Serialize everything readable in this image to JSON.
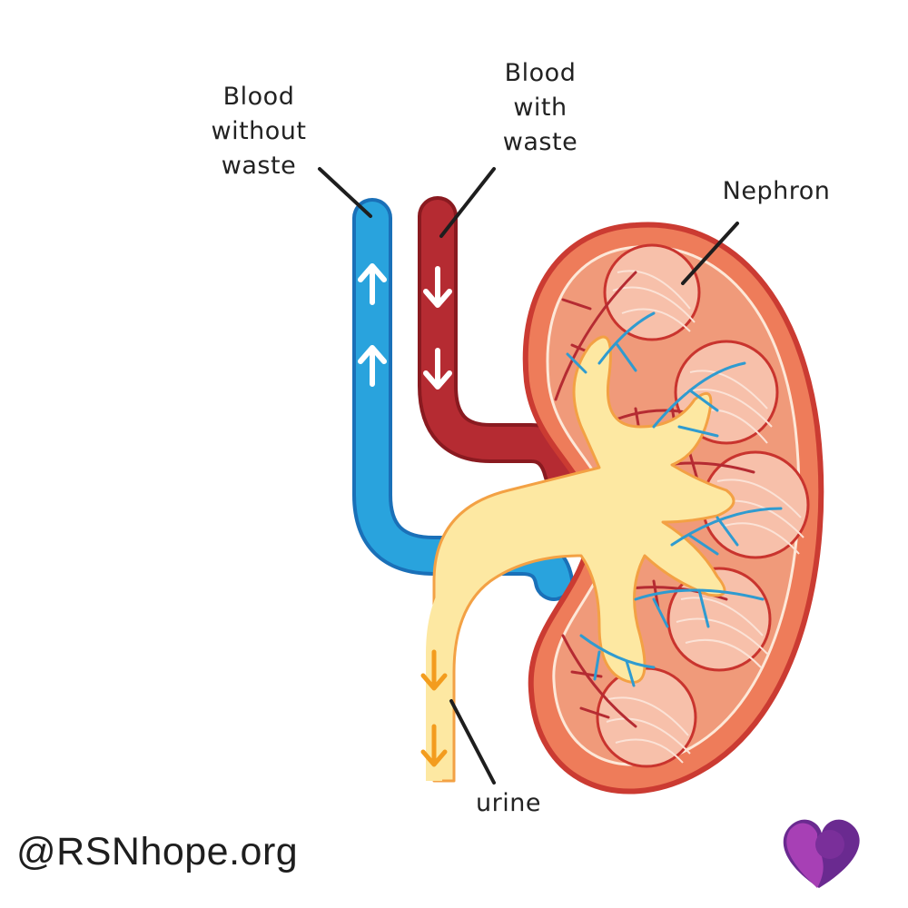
{
  "labels": {
    "blood_clean": [
      "Blood",
      "without",
      "waste"
    ],
    "blood_waste": [
      "Blood",
      "with",
      "waste"
    ],
    "nephron": "Nephron",
    "urine": "urine"
  },
  "footer": {
    "handle": "@RSNhope.org"
  },
  "colors": {
    "vein": "#29a3dd",
    "vein_outline": "#1a70b8",
    "artery": "#b52b32",
    "artery_outline": "#8a1a20",
    "urine": "#fde8a2",
    "urine_outline": "#f3a144",
    "kidney_outer": "#ee7c5a",
    "kidney_border": "#cb3b32",
    "kidney_inner": "#f09a7a",
    "nephron": "#f7c0aa",
    "arrow_urine": "#f39c1e",
    "logo_dark": "#6a2a90",
    "logo_light": "#a740b5"
  },
  "icons": [
    "up-arrow-icon",
    "down-arrow-icon",
    "heart-logo-icon"
  ]
}
